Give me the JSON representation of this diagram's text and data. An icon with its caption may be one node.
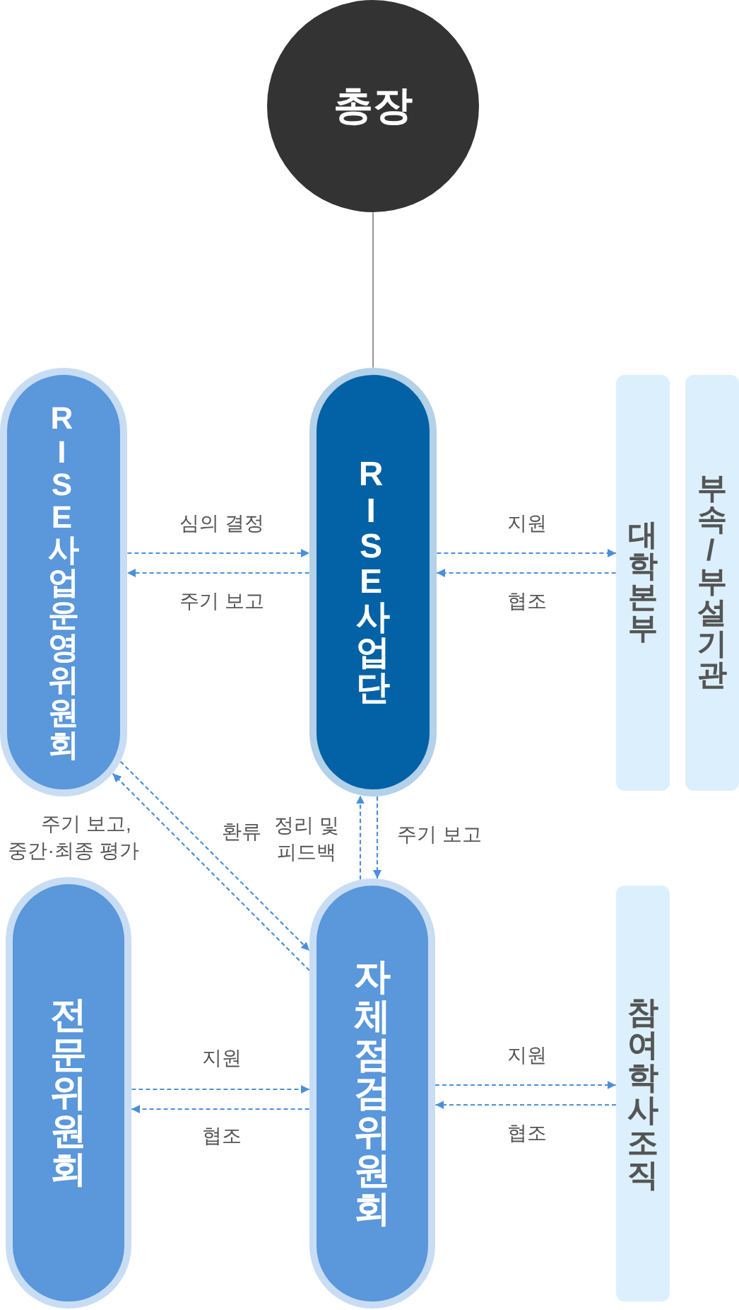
{
  "diagram": {
    "nodes": [
      {
        "text": [
          "총장"
        ]
      },
      {
        "text": [
          "RISE 사업운영위원회"
        ]
      },
      {
        "text": [
          "RISE 사업단"
        ]
      },
      {
        "text": [
          "대학본부"
        ]
      },
      {
        "text": [
          "부속/부설기관"
        ]
      },
      {
        "text": [
          "전문위원회"
        ]
      },
      {
        "text": [
          "자체점검위원회"
        ]
      },
      {
        "text": [
          "참여학사조직"
        ]
      }
    ],
    "edges": [
      {
        "from": 0,
        "to": 2,
        "arrow": "none",
        "color": "#999999"
      },
      {
        "from": 1,
        "to": 2,
        "arrow": "to",
        "label": "심의 결정",
        "style": "dashed"
      },
      {
        "from": 2,
        "to": 1,
        "arrow": "to",
        "label": "주기 보고",
        "style": "dashed"
      },
      {
        "from": 2,
        "to": 3,
        "arrow": "to",
        "label": "지원",
        "style": "dashed"
      },
      {
        "from": 3,
        "to": 2,
        "arrow": "to",
        "label": "협조",
        "style": "dashed"
      },
      {
        "from": 6,
        "to": 1,
        "arrow": "to",
        "label": "주기 보고, 중간·최종 평가",
        "style": "dashed"
      },
      {
        "from": 1,
        "to": 6,
        "arrow": "to",
        "label": "환류",
        "style": "dashed"
      },
      {
        "from": 6,
        "to": 2,
        "arrow": "to",
        "label": "정리 및 피드백",
        "style": "dashed"
      },
      {
        "from": 2,
        "to": 6,
        "arrow": "to",
        "label": "주기 보고",
        "style": "dashed"
      },
      {
        "from": 5,
        "to": 6,
        "arrow": "to",
        "label": "지원",
        "style": "dashed"
      },
      {
        "from": 6,
        "to": 5,
        "arrow": "to",
        "label": "협조",
        "style": "dashed"
      },
      {
        "from": 6,
        "to": 7,
        "arrow": "to",
        "label": "지원",
        "style": "dashed"
      },
      {
        "from": 7,
        "to": 6,
        "arrow": "to",
        "label": "협조",
        "style": "dashed"
      }
    ]
  }
}
